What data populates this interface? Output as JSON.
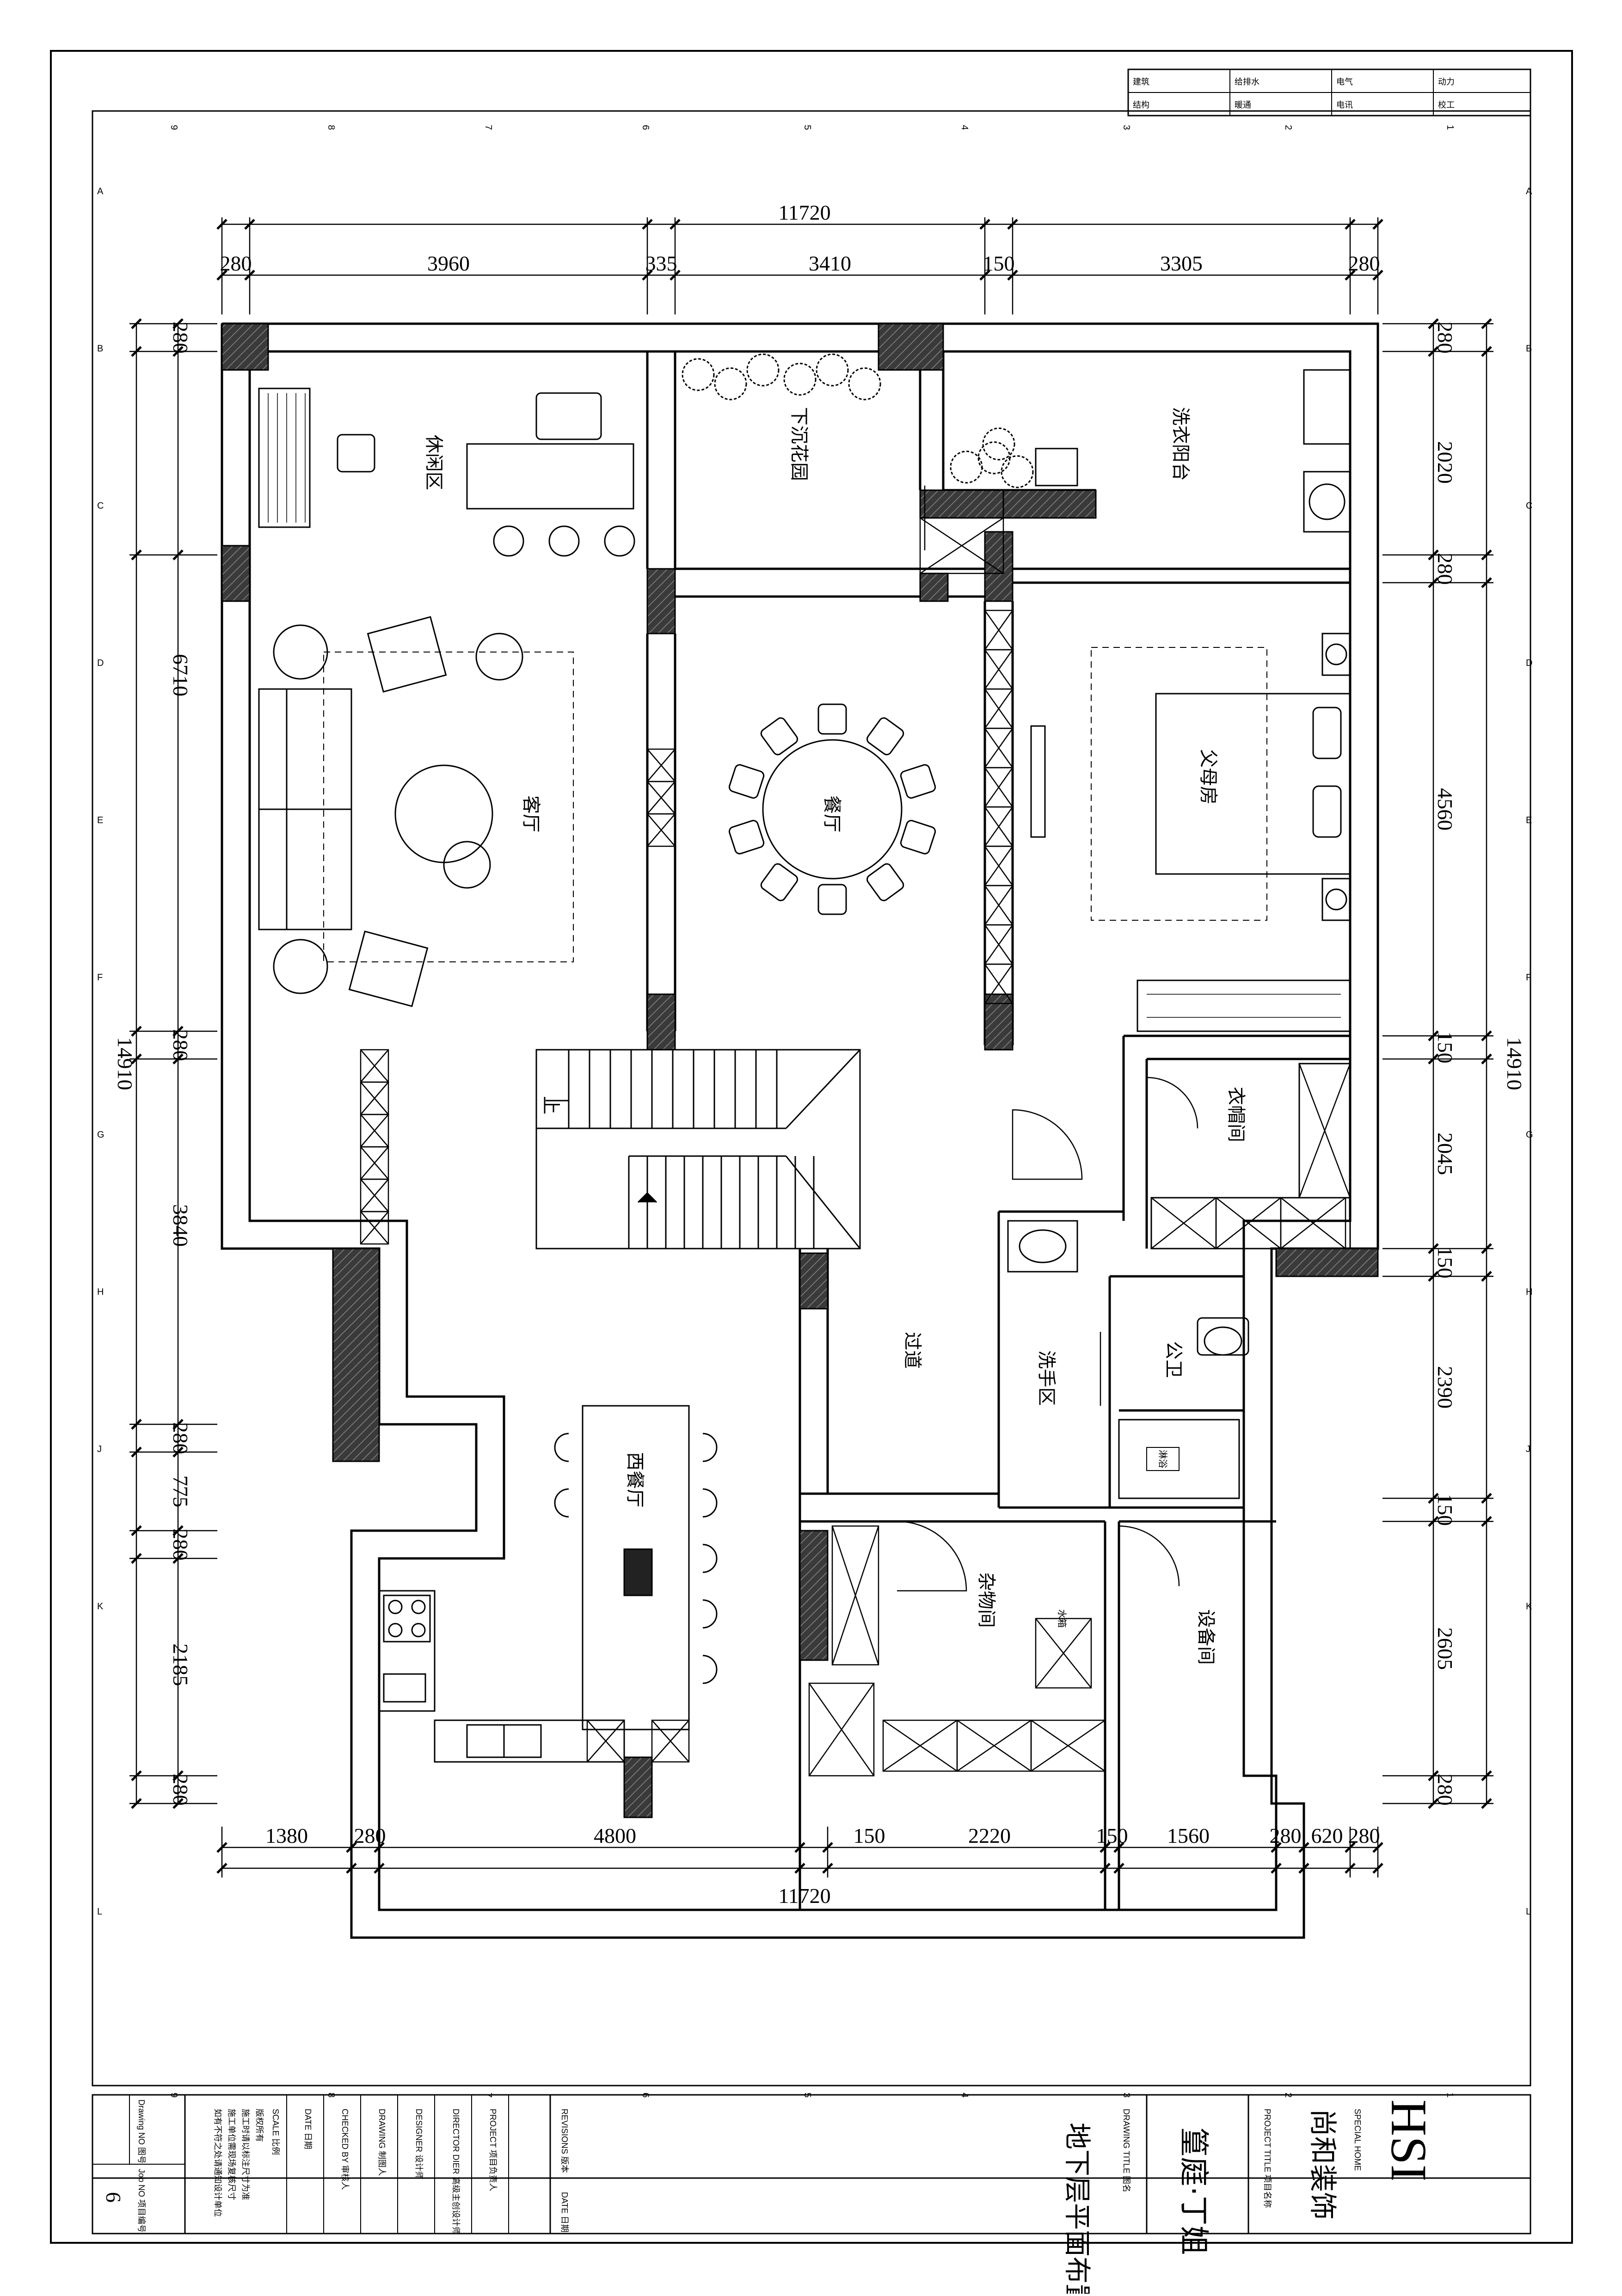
{
  "drawing": {
    "title": "地下层平面布置图",
    "project_name": "篁庭·丁姐",
    "company_cn": "尚和装饰",
    "company_en": "SPECIAL HOME",
    "logo_text": "HSI",
    "job_no": "6"
  },
  "title_block": {
    "project_title": "PROJECT TITLE 项目名称",
    "drawing_title": "DRAWING TITLE 图名",
    "revisions": "REVISIONS 版本",
    "date_cn": "DATE 日期",
    "project_mgr": "PROJECT 项目负责人",
    "director": "DIRECTOR DIER 高级主创设计师",
    "designer": "DESIGNER 设计师",
    "drawing": "DRAWING 制图人",
    "checked": "CHECKED BY 审核人",
    "date": "DATE 日期",
    "scale": "SCALE 比例",
    "notes": [
      "版权所有",
      "施工时请以标注尺寸为准",
      "施工单位需现场复核尺寸",
      "如有不符之处请通知设计单位"
    ],
    "drawing_no": "Drawing NO 图号",
    "job_no_label": "Job NO 项目编号"
  },
  "top_table": {
    "row1": [
      "建筑",
      "给排水",
      "电气",
      "动力"
    ],
    "row2": [
      "结构",
      "暖通",
      "电讯",
      "校工"
    ]
  },
  "rooms": {
    "leisure": "休闲区",
    "garden": "下沉花园",
    "laundry": "洗衣阳台",
    "living": "客厅",
    "dining": "餐厅",
    "parents": "父母房",
    "closet": "衣帽间",
    "corridor": "过道",
    "washarea": "洗手区",
    "wc": "公卫",
    "shower": "淋浴",
    "western": "西餐厅",
    "storage": "杂物间",
    "tank": "水箱",
    "equipment": "设备间",
    "stair_up": "上"
  },
  "dims": {
    "overall_top": "11720",
    "overall_bottom": "11720",
    "left_total": "14910",
    "right_total": "14910",
    "top": [
      "280",
      "3960",
      "335",
      "3410",
      "150",
      "3305",
      "280"
    ],
    "bottom": [
      "1380",
      "280",
      "4800",
      "150",
      "2220",
      "150",
      "1560",
      "280",
      "620",
      "280"
    ],
    "left": [
      "280",
      "6710",
      "280",
      "3840",
      "280",
      "775",
      "280",
      "2185",
      "280"
    ],
    "right": [
      "280",
      "2020",
      "280",
      "4560",
      "150",
      "2045",
      "150",
      "2390",
      "150",
      "2605",
      "280"
    ]
  },
  "grid_letters": [
    "A",
    "B",
    "C",
    "D",
    "E",
    "F",
    "G",
    "H",
    "J",
    "K",
    "L"
  ],
  "grid_numbers": [
    "9",
    "8",
    "7",
    "6",
    "5",
    "4",
    "3",
    "2",
    "1"
  ]
}
